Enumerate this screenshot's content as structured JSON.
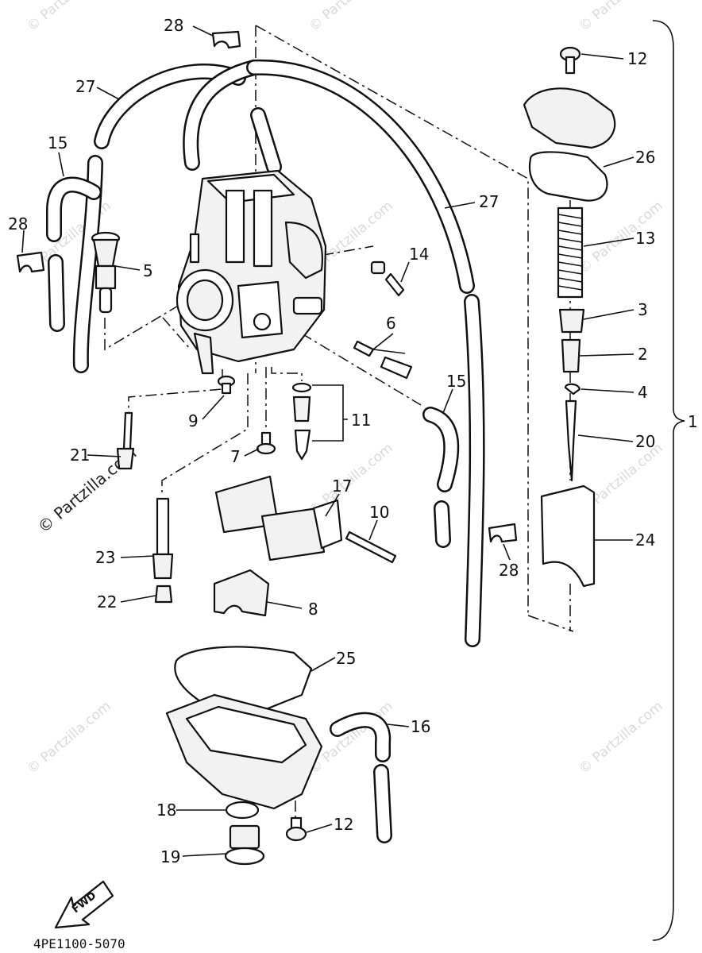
{
  "watermark": "© Partzilla.com",
  "diagram_code": "4PE1100-5070",
  "fwd_label": "FWD",
  "assembly_label": "1",
  "callouts": [
    "28",
    "27",
    "15",
    "28",
    "5",
    "12",
    "26",
    "27",
    "13",
    "14",
    "6",
    "3",
    "2",
    "4",
    "9",
    "11",
    "15",
    "20",
    "21",
    "7",
    "17",
    "10",
    "24",
    "23",
    "28",
    "22",
    "8",
    "25",
    "16",
    "18",
    "12",
    "19"
  ],
  "colors": {
    "ink": "#111111",
    "paper": "#ffffff",
    "watermark": "#d9d9d9"
  }
}
